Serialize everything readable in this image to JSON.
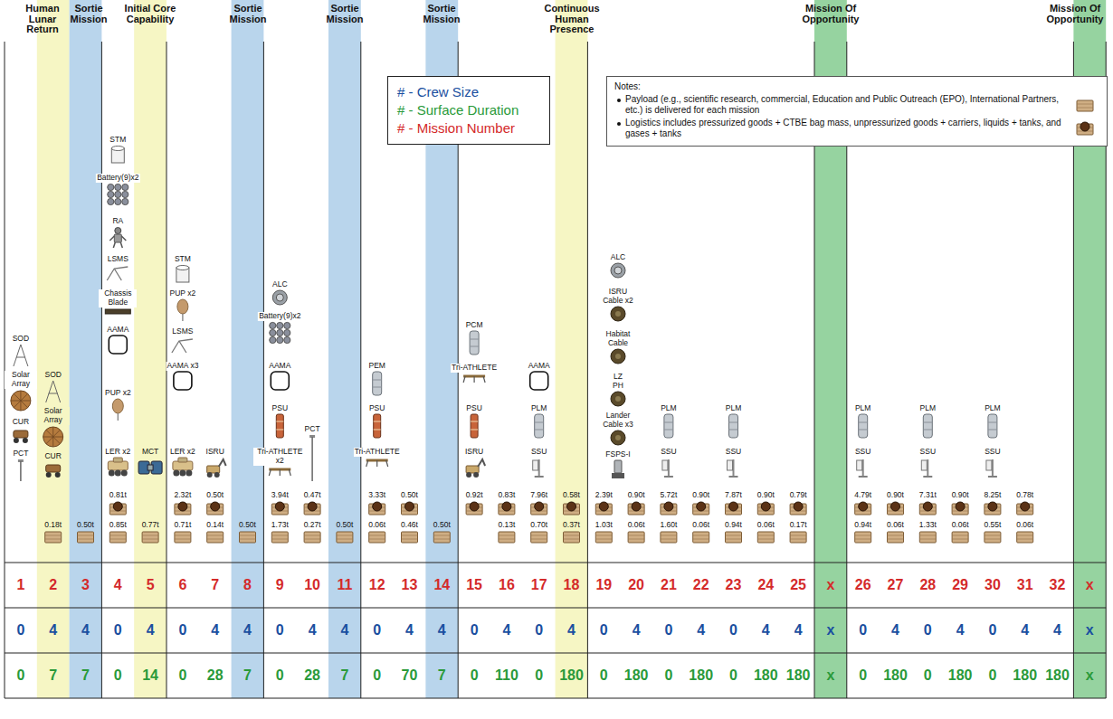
{
  "diagram": {
    "nodes": [
      {
        "text": [
          "Notes:",
          "Payload (e.g., scientific research, commercial, Education and Public Outreach (EPO), International Partners, etc.) is delivered for each mission",
          "Logistics includes pressurized goods + CTBE bag mass, unpressurized goods + carriers, liquids + tanks, and gases + tanks"
        ]
      }
    ],
    "labels": [
      "Human Lunar Return",
      "Sortie Mission",
      "Initial Core Capability",
      "Sortie Mission",
      "Sortie Mission",
      "Sortie Mission",
      "Continuous Human Presence",
      "Mission Of Opportunity",
      "Mission Of Opportunity",
      "SOD",
      "Solar Array",
      "CUR",
      "PCT",
      "SOD",
      "Solar Array",
      "CUR",
      "STM",
      "Battery(9)x2",
      "RA",
      "LSMS",
      "Chassis Blade",
      "AAMA",
      "PUP x2",
      "LER x2",
      "MCT",
      "STM",
      "PUP x2",
      "LSMS",
      "AAMA x3",
      "LER x2",
      "ISRU",
      "ALC",
      "Battery(9)x2",
      "AAMA",
      "PSU",
      "Tri-ATHLETE x2",
      "PCT",
      "PEM",
      "PSU",
      "Tri-ATHLETE",
      "PCM",
      "Tri-ATHLETE",
      "PSU",
      "ISRU",
      "AAMA",
      "PLM",
      "SSU",
      "ALC",
      "ISRU Cable x2",
      "Habitat Cable",
      "LZ PH",
      "Lander Cable x3",
      "FSPS-I",
      "PLM",
      "SSU",
      "PLM",
      "SSU",
      "PLM",
      "SSU",
      "PLM",
      "SSU",
      "PLM",
      "SSU",
      "0.18t",
      "0.50t",
      "0.81t",
      "0.85t",
      "0.77t",
      "2.32t",
      "0.71t",
      "0.50t",
      "0.14t",
      "0.50t",
      "3.94t",
      "1.73t",
      "0.47t",
      "0.27t",
      "0.50t",
      "3.33t",
      "0.06t",
      "0.50t",
      "0.46t",
      "0.50t",
      "0.92t",
      "0.83t",
      "0.13t",
      "7.96t",
      "0.70t",
      "0.58t",
      "0.37t",
      "2.39t",
      "1.03t",
      "0.90t",
      "0.06t",
      "5.72t",
      "1.60t",
      "0.90t",
      "0.06t",
      "7.87t",
      "0.94t",
      "0.90t",
      "0.06t",
      "0.79t",
      "0.17t",
      "4.79t",
      "0.94t",
      "0.90t",
      "0.06t",
      "7.31t",
      "1.33t",
      "0.90t",
      "0.06t",
      "8.25t",
      "0.55t",
      "0.78t",
      "0.06t",
      "1",
      "2",
      "3",
      "4",
      "5",
      "6",
      "7",
      "8",
      "9",
      "10",
      "11",
      "12",
      "13",
      "14",
      "15",
      "16",
      "17",
      "18",
      "19",
      "20",
      "21",
      "22",
      "23",
      "24",
      "25",
      "x",
      "26",
      "27",
      "28",
      "29",
      "30",
      "31",
      "32",
      "x",
      "0",
      "4",
      "4",
      "0",
      "4",
      "0",
      "4",
      "4",
      "0",
      "4",
      "4",
      "0",
      "4",
      "4",
      "0",
      "4",
      "0",
      "4",
      "0",
      "4",
      "0",
      "4",
      "0",
      "4",
      "4",
      "x",
      "0",
      "4",
      "0",
      "4",
      "0",
      "4",
      "4",
      "x",
      "0",
      "7",
      "7",
      "0",
      "14",
      "0",
      "28",
      "7",
      "0",
      "28",
      "7",
      "0",
      "70",
      "7",
      "0",
      "110",
      "0",
      "180",
      "0",
      "180",
      "0",
      "180",
      "0",
      "180",
      "180",
      "x",
      "0",
      "180",
      "0",
      "180",
      "0",
      "180",
      "180",
      "x"
    ],
    "legend": [
      {
        "text": "# - Crew Size",
        "color": "#1a4fa0"
      },
      {
        "text": "# - Surface Duration",
        "color": "#2a9a3a"
      },
      {
        "text": "# - Mission Number",
        "color": "#d42a2a"
      }
    ]
  }
}
